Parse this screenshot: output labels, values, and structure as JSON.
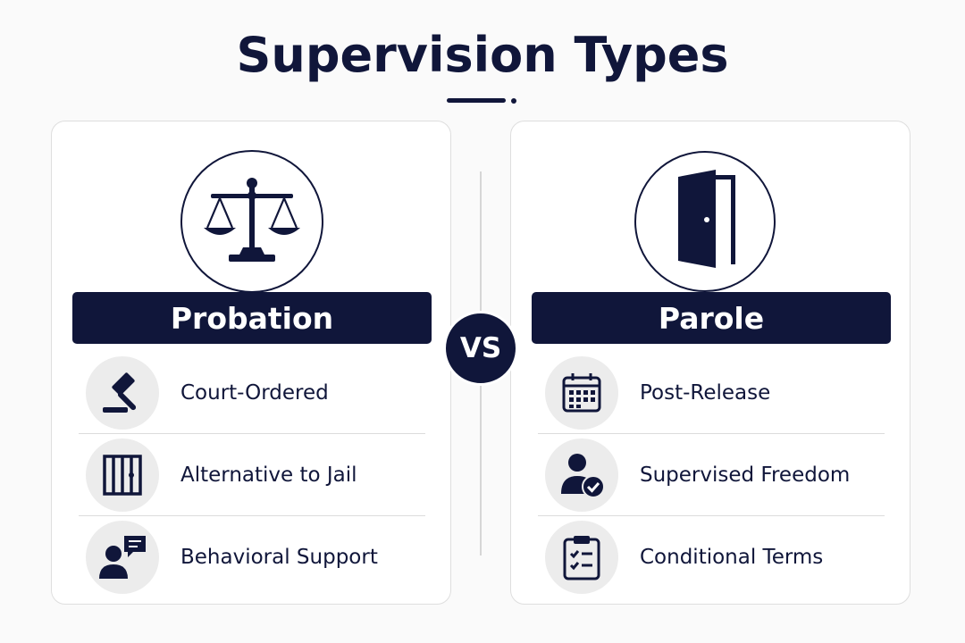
{
  "title": "Supervision Types",
  "vs_label": "VS",
  "left": {
    "heading": "Probation",
    "main_icon": "scales-of-justice-icon",
    "items": [
      {
        "label": "Court-Ordered",
        "icon": "gavel-icon"
      },
      {
        "label": "Alternative to Jail",
        "icon": "jail-bars-icon"
      },
      {
        "label": "Behavioral Support",
        "icon": "person-chat-icon"
      }
    ]
  },
  "right": {
    "heading": "Parole",
    "main_icon": "open-door-icon",
    "items": [
      {
        "label": "Post-Release",
        "icon": "calendar-icon"
      },
      {
        "label": "Supervised Freedom",
        "icon": "person-check-icon"
      },
      {
        "label": "Conditional Terms",
        "icon": "clipboard-checklist-icon"
      }
    ]
  },
  "colors": {
    "primary": "#10163a",
    "background": "#fafafa",
    "icon_bg": "#ececec",
    "card_border": "#dedede"
  }
}
